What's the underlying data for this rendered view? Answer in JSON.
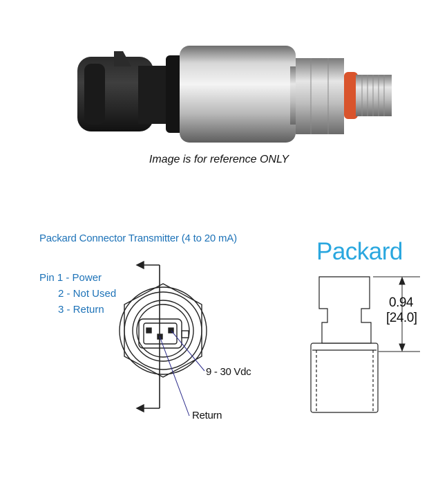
{
  "caption": "Image is for reference ONLY",
  "diagram": {
    "title": "Packard Connector Transmitter (4 to 20 mA)",
    "pins": [
      "Pin 1 - Power",
      "2 - Not Used",
      "3 - Return"
    ],
    "callouts": {
      "voltage": "9 - 30 Vdc",
      "return": "Return"
    }
  },
  "packard": {
    "title": "Packard",
    "dimension_in": "0.94",
    "dimension_mm": "[24.0]"
  },
  "colors": {
    "label_blue": "#1e73b8",
    "packard_blue": "#2aa7df",
    "seal_orange": "#d9542c",
    "callout_line": "#2a2a8a"
  }
}
